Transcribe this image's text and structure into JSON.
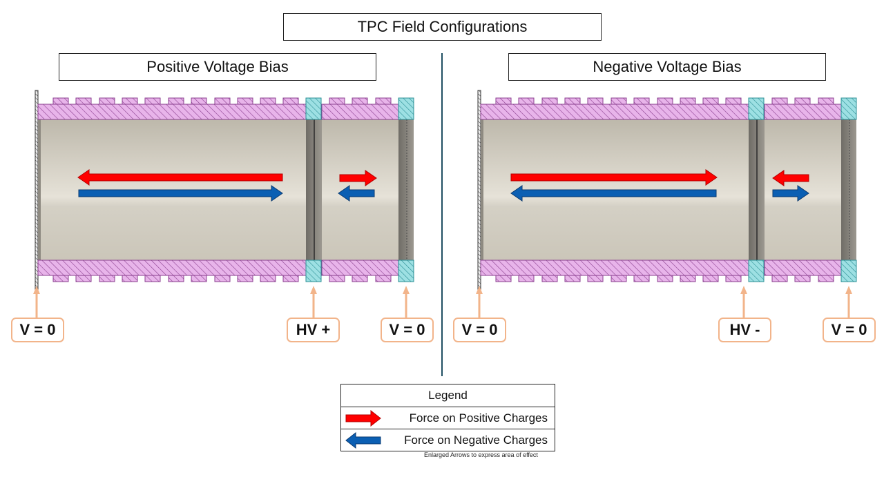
{
  "title": "TPC Field Configurations",
  "panels": {
    "positive": {
      "title": "Positive Voltage Bias",
      "labels": {
        "left": "V = 0",
        "middle": "HV +",
        "right": "V = 0"
      }
    },
    "negative": {
      "title": "Negative Voltage Bias",
      "labels": {
        "left": "V = 0",
        "middle": "HV -",
        "right": "V = 0"
      }
    }
  },
  "legend": {
    "title": "Legend",
    "positive_label": "Force on Positive Charges",
    "negative_label": "Force on Negative Charges",
    "note": "Enlarged Arrows to express area of effect"
  },
  "colors": {
    "positive_arrow": "#ff0000",
    "negative_arrow": "#0b5fb3",
    "pink_hatch": "#e8b4ea",
    "cyan_hatch": "#9de0e3",
    "label_border": "#f2b48a",
    "divider": "#1f4e62"
  }
}
